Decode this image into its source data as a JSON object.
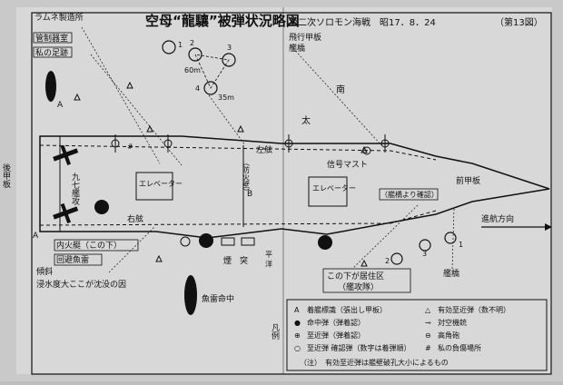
{
  "header": {
    "title": "空母“龍驤”被弾状況略図",
    "subtitle": "第二次ソロモン海戦　昭17．8．24",
    "fig_no": "（第13図）"
  },
  "labels": {
    "ramune": "ラムネ製造所",
    "kanrei": "管制器室",
    "watashi_ashiato": "私の足跡",
    "A_top": "A",
    "A_left": "A",
    "B": "B",
    "n1": "1",
    "n2": "2",
    "n3": "3",
    "n4": "4",
    "d60": "60m",
    "d35": "35m",
    "kyoku": "艦橋",
    "minami": "南",
    "futoshi": "太",
    "hikanpan": "飛行甲板",
    "kyuushichi": "九七艦攻",
    "elev1": "エレベーター",
    "elev2": "エレベーター",
    "sagen": "左舷",
    "boukasha": "（防火壁）",
    "shingou": "信号マスト",
    "zenkou": "前甲板",
    "kankyou_kakunin": "（艦橋より確認）",
    "ugen": "右舷",
    "shinkou": "進航方向",
    "naikatei": "内火艇（この下）",
    "kaihi": "回避魚雷",
    "keisha": "傾斜",
    "shinsui": "浸水度大ここが沈没の因",
    "entotsu": "煙　突",
    "heisha": "平 洋",
    "kyojuu": "この下が居住区",
    "kanbakutai": "（艦攻隊）",
    "gyorai": "魚雷命中",
    "sidebar_kyoku": "艦橋",
    "r1": "1",
    "r2": "2",
    "r3": "3",
    "left_vert": "後甲板"
  },
  "legend": {
    "title": "凡例",
    "items": [
      {
        "sym": "A",
        "text": "着艦標識（張出し甲板）"
      },
      {
        "sym": "●",
        "text": "命中弾（弾着認）"
      },
      {
        "sym": "⊕",
        "text": "至近弾（弾着認）"
      },
      {
        "sym": "○",
        "text": "至近弾 確認弾（数字は着弾順）"
      },
      {
        "sym": "△",
        "text": "有効至近弾（数不明）"
      },
      {
        "sym": "⊸",
        "text": "対空機銃"
      },
      {
        "sym": "⊖",
        "text": "高角砲"
      },
      {
        "sym": "#",
        "text": "私の負傷場所"
      }
    ],
    "note": "（注）　有効至近弾は艦壁破孔大小によるもの"
  },
  "colors": {
    "paper": "#d4d4d4",
    "ink": "#111111"
  }
}
